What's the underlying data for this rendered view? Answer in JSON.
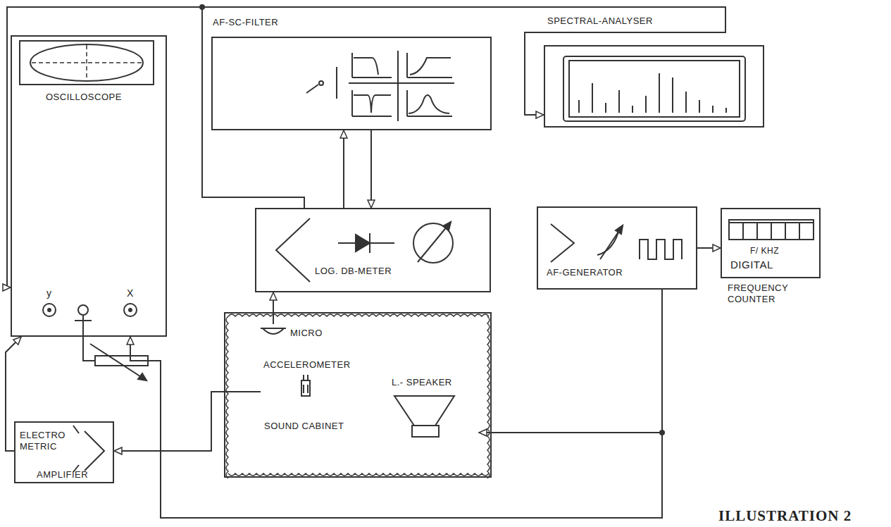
{
  "diagram": {
    "nodes": [
      {
        "text": [
          "AF-SC-FILTER"
        ]
      },
      {
        "text": [
          "SPECTRAL-ANALYSER"
        ]
      },
      {
        "text": [
          "OSCILLOSCOPE"
        ]
      },
      {
        "text": [
          "LOG. DB-METER"
        ]
      },
      {
        "text": [
          "AF-GENERATOR"
        ]
      },
      {
        "text": [
          "F/ KHZ",
          "DIGITAL",
          "FREQUENCY COUNTER"
        ]
      },
      {
        "text": [
          "SOUND CABINET"
        ]
      },
      {
        "text": [
          "MICRO"
        ],
        "in": 6
      },
      {
        "text": [
          "ACCELEROMETER"
        ],
        "in": 6
      },
      {
        "text": [
          "L.- SPEAKER"
        ],
        "in": 6
      },
      {
        "text": [
          "ELECTRO METRIC",
          "AMPLIFIER"
        ]
      }
    ],
    "edges": [
      {
        "from": 3,
        "to": 0,
        "arrow": "to"
      },
      {
        "from": 0,
        "to": 3,
        "arrow": "to"
      },
      {
        "from": 7,
        "to": 3,
        "arrow": "to"
      },
      {
        "from": 3,
        "to": 2,
        "arrow": "to"
      },
      {
        "from": 3,
        "to": 1,
        "arrow": "to"
      },
      {
        "from": 10,
        "to": 2,
        "arrow": "to"
      },
      {
        "from": 8,
        "to": 10,
        "arrow": "to"
      },
      {
        "from": 4,
        "to": 2,
        "arrow": "to"
      },
      {
        "from": 4,
        "to": 9,
        "arrow": "to"
      },
      {
        "from": 4,
        "to": 5,
        "arrow": "to"
      }
    ],
    "labels": [
      "y",
      "X",
      "ILLUSTRATION 2"
    ]
  }
}
